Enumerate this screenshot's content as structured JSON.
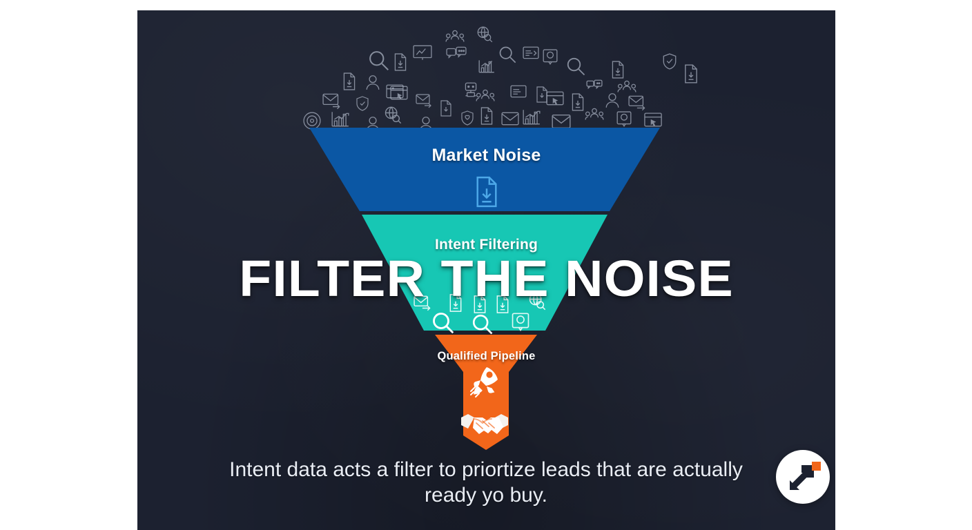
{
  "poster": {
    "background_color": "#1c2130",
    "headline": "FILTER THE NOISE",
    "caption_line1": "Intent data acts a filter to priortize leads that are",
    "caption_line2": "actually ready yo buy.",
    "caption_full": "Intent data acts a filter to priortize leads that are actually ready yo buy."
  },
  "funnel": {
    "stages": [
      {
        "label": "Market Noise",
        "color": "#0b57a4",
        "icon": "document-download-icon"
      },
      {
        "label": "Intent Filtering",
        "color": "#17c7b4",
        "icons": [
          "envelope-send-icon",
          "document-download-icon",
          "document-download-icon",
          "document-download-icon",
          "globe-search-icon",
          "search-icon",
          "search-icon",
          "profile-card-icon"
        ]
      },
      {
        "label": "Qualified Pipeline",
        "color": "#f2661a",
        "icons": [
          "rocket-icon",
          "handshake-icon"
        ]
      }
    ]
  },
  "icon_cloud": {
    "stroke_color": "#aeb6c6",
    "icons": [
      "search-icon",
      "document-download-icon",
      "presentation-chart-icon",
      "users-group-icon",
      "globe-search-icon",
      "search-icon",
      "list-card-icon",
      "profile-card-icon",
      "search-icon",
      "document-download-icon",
      "document-download-icon",
      "user-icon",
      "robot-chat-icon",
      "bar-chart-icon",
      "document-download-icon",
      "profile-card-icon",
      "shield-check-icon",
      "document-download-icon",
      "envelope-send-icon",
      "shield-check-icon",
      "browser-cursor-icon",
      "envelope-send-icon",
      "robot-chat-icon",
      "users-group-icon",
      "browser-cursor-icon",
      "document-download-icon",
      "user-icon",
      "envelope-send-icon",
      "target-icon",
      "bar-chart-icon",
      "user-icon",
      "globe-search-icon",
      "user-icon",
      "shield-check-icon",
      "document-download-icon",
      "envelope-icon",
      "bar-chart-icon",
      "envelope-icon",
      "users-group-icon",
      "profile-card-icon",
      "browser-cursor-icon",
      "list-card-icon",
      "robot-chat-icon"
    ]
  },
  "logo": {
    "name": "arrow-growth-logo",
    "circle_color": "#ffffff",
    "arrow_color": "#1c2130",
    "accent_color": "#f2661a"
  }
}
